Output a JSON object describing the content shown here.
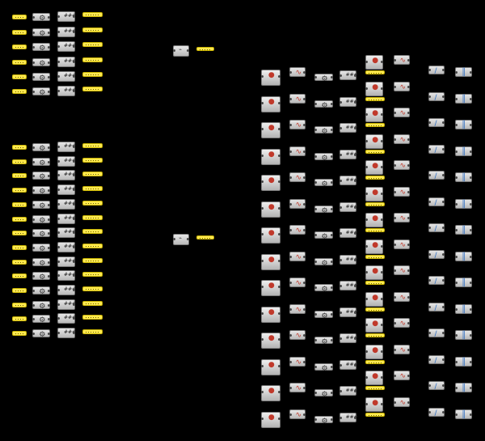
{
  "canvas": {
    "background": "#000000",
    "panel_color": "#ffe94a",
    "component_color": "#c8c8c8",
    "labels": []
  },
  "groups": [
    {
      "name": "left-block-a",
      "rows": 6,
      "columns": [
        "panel",
        "param-component",
        "number-component",
        "panel"
      ]
    },
    {
      "name": "left-block-b",
      "rows": 14,
      "columns": [
        "panel",
        "param-component",
        "number-component",
        "panel"
      ]
    },
    {
      "name": "middle-single-a",
      "items": [
        "path-component",
        "panel"
      ]
    },
    {
      "name": "middle-single-b",
      "items": [
        "path-component",
        "panel"
      ]
    },
    {
      "name": "right-block",
      "rows": 14,
      "columns": [
        "solver-component",
        "curve-component",
        "param-component",
        "number-component",
        "panel-stack",
        "curve-component",
        "line-component",
        "slider-component"
      ]
    }
  ],
  "icons": {
    "param": "gear-icon",
    "number": "number-icon",
    "curve": "curve-icon",
    "line": "line-icon",
    "slider": "slider-icon",
    "solver": "solver-icon",
    "path": "path-icon"
  }
}
